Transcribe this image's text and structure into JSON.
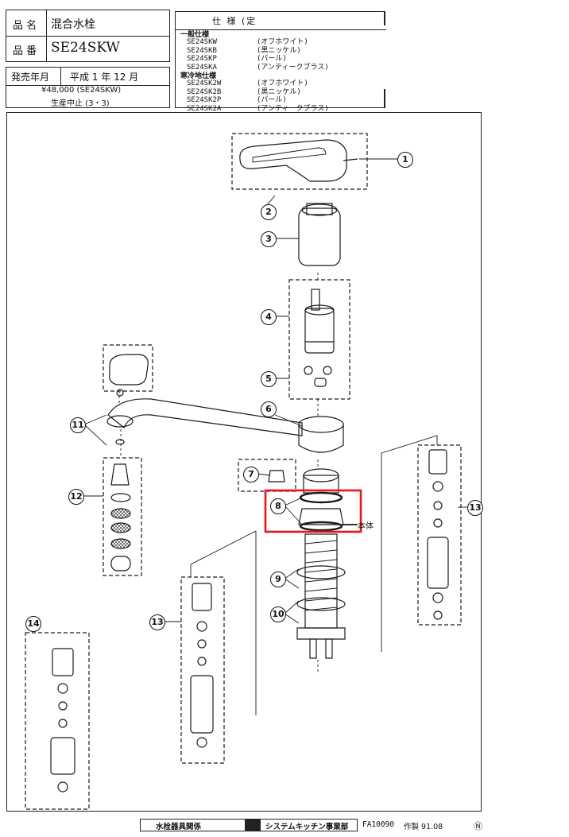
{
  "header": {
    "product_name_label": "品 名",
    "product_name": "混合水栓",
    "product_code_label": "品 番",
    "product_code": "SE24SKW",
    "release_label": "発売年月",
    "release_value": "平成 1 年 12 月",
    "price_line": "¥48,000 (SE24SKW)",
    "discontinued_line": "生産中止 (3・3)"
  },
  "spec": {
    "title": "仕   様   (定",
    "group1_label": "一般仕様",
    "group1_items": [
      {
        "code": "SE24SKW",
        "finish": "(オフホワイト)"
      },
      {
        "code": "SE24SKB",
        "finish": "(黒ニッケル)"
      },
      {
        "code": "SE24SKP",
        "finish": "(パール)"
      },
      {
        "code": "SE24SKA",
        "finish": "(アンティークブラス)"
      }
    ],
    "group2_label": "寒冷地仕様",
    "group2_items": [
      {
        "code": "SE24SK2W",
        "finish": "(オフホワイト)"
      },
      {
        "code": "SE24SK2B",
        "finish": "(黒ニッケル)"
      },
      {
        "code": "SE24SK2P",
        "finish": "(パール)"
      },
      {
        "code": "SE24SK2A",
        "finish": "(アンティークブラス)"
      }
    ]
  },
  "diagram": {
    "callouts": [
      "1",
      "2",
      "3",
      "4",
      "5",
      "6",
      "7",
      "8",
      "9",
      "10",
      "11",
      "12",
      "13",
      "13",
      "14"
    ],
    "body_label": "本体",
    "highlight_color": "#e8141c"
  },
  "footer": {
    "dept1": "水栓器具関係",
    "dept2": "システムキッチン事業部",
    "doc_code": "FA10090",
    "made": "作製 91.08",
    "mark": "Ⓝ"
  }
}
